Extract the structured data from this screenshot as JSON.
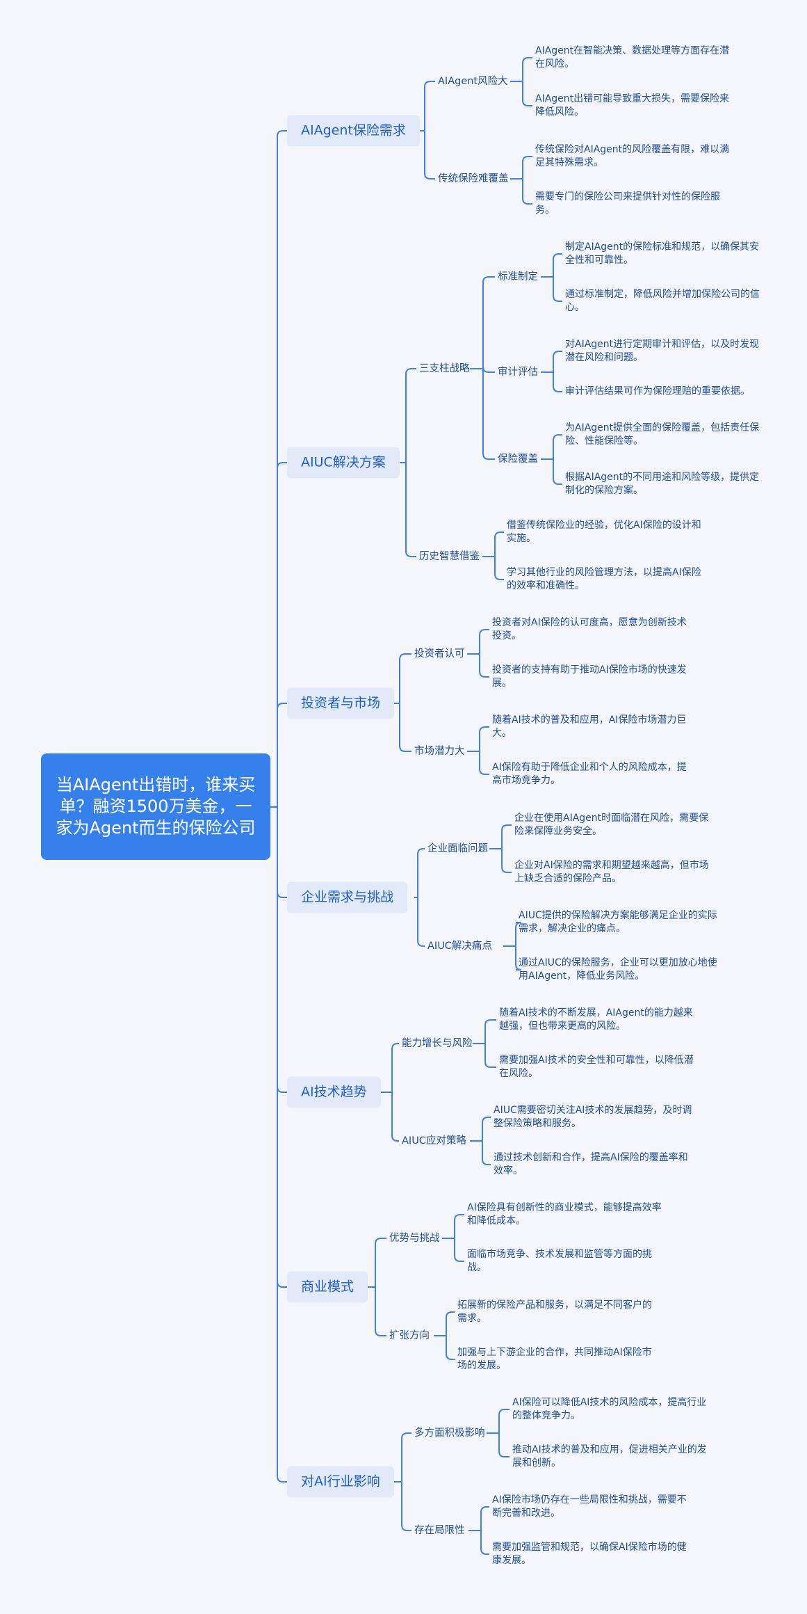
{
  "root": {
    "title": "当AIAgent出错时，谁来买单？融资1500万美金，一家为Agent而生的保险公司"
  },
  "colors": {
    "line": "#3f80e6",
    "root_bg": "#3580eb",
    "cat_bg": "#e2eafa",
    "text": "#1f4e96"
  },
  "branches": [
    {
      "label": "AIAgent保险需求",
      "children": [
        {
          "label": "AIAgent风险大",
          "leaves": [
            "AIAgent在智能决策、数据处理等方面存在潜在风险。",
            "AIAgent出错可能导致重大损失，需要保险来降低风险。"
          ]
        },
        {
          "label": "传统保险难覆盖",
          "leaves": [
            "传统保险对AIAgent的风险覆盖有限，难以满足其特殊需求。",
            "需要专门的保险公司来提供针对性的保险服务。"
          ]
        }
      ]
    },
    {
      "label": "AIUC解决方案",
      "children": [
        {
          "label": "三支柱战略",
          "children": [
            {
              "label": "标准制定",
              "leaves": [
                "制定AIAgent的保险标准和规范，以确保其安全性和可靠性。",
                "通过标准制定，降低风险并增加保险公司的信心。"
              ]
            },
            {
              "label": "审计评估",
              "leaves": [
                "对AIAgent进行定期审计和评估，以及时发现潜在风险和问题。",
                "审计评估结果可作为保险理赔的重要依据。"
              ]
            },
            {
              "label": "保险覆盖",
              "leaves": [
                "为AIAgent提供全面的保险覆盖，包括责任保险、性能保险等。",
                "根据AIAgent的不同用途和风险等级，提供定制化的保险方案。"
              ]
            }
          ]
        },
        {
          "label": "历史智慧借鉴",
          "leaves": [
            "借鉴传统保险业的经验，优化AI保险的设计和实施。",
            "学习其他行业的风险管理方法，以提高AI保险的效率和准确性。"
          ]
        }
      ]
    },
    {
      "label": "投资者与市场",
      "children": [
        {
          "label": "投资者认可",
          "leaves": [
            "投资者对AI保险的认可度高，愿意为创新技术投资。",
            "投资者的支持有助于推动AI保险市场的快速发展。"
          ]
        },
        {
          "label": "市场潜力大",
          "leaves": [
            "随着AI技术的普及和应用，AI保险市场潜力巨大。",
            "AI保险有助于降低企业和个人的风险成本，提高市场竞争力。"
          ]
        }
      ]
    },
    {
      "label": "企业需求与挑战",
      "children": [
        {
          "label": "企业面临问题",
          "leaves": [
            "企业在使用AIAgent时面临潜在风险，需要保险来保障业务安全。",
            "企业对AI保险的需求和期望越来越高，但市场上缺乏合适的保险产品。"
          ]
        },
        {
          "label": "AIUC解决痛点",
          "leaves": [
            "AIUC提供的保险解决方案能够满足企业的实际需求，解决企业的痛点。",
            "通过AIUC的保险服务，企业可以更加放心地使用AIAgent，降低业务风险。"
          ]
        }
      ]
    },
    {
      "label": "AI技术趋势",
      "children": [
        {
          "label": "能力增长与风险",
          "leaves": [
            "随着AI技术的不断发展，AIAgent的能力越来越强，但也带来更高的风险。",
            "需要加强AI技术的安全性和可靠性，以降低潜在风险。"
          ]
        },
        {
          "label": "AIUC应对策略",
          "leaves": [
            "AIUC需要密切关注AI技术的发展趋势，及时调整保险策略和服务。",
            "通过技术创新和合作，提高AI保险的覆盖率和效率。"
          ]
        }
      ]
    },
    {
      "label": "商业模式",
      "children": [
        {
          "label": "优势与挑战",
          "leaves": [
            "AI保险具有创新性的商业模式，能够提高效率和降低成本。",
            "面临市场竞争、技术发展和监管等方面的挑战。"
          ]
        },
        {
          "label": "扩张方向",
          "leaves": [
            "拓展新的保险产品和服务，以满足不同客户的需求。",
            "加强与上下游企业的合作，共同推动AI保险市场的发展。"
          ]
        }
      ]
    },
    {
      "label": "对AI行业影响",
      "children": [
        {
          "label": "多方面积极影响",
          "leaves": [
            "AI保险可以降低AI技术的风险成本，提高行业的整体竞争力。",
            "推动AI技术的普及和应用，促进相关产业的发展和创新。"
          ]
        },
        {
          "label": "存在局限性",
          "leaves": [
            "AI保险市场仍存在一些局限性和挑战，需要不断完善和改进。",
            "需要加强监管和规范，以确保AI保险市场的健康发展。"
          ]
        }
      ]
    }
  ]
}
